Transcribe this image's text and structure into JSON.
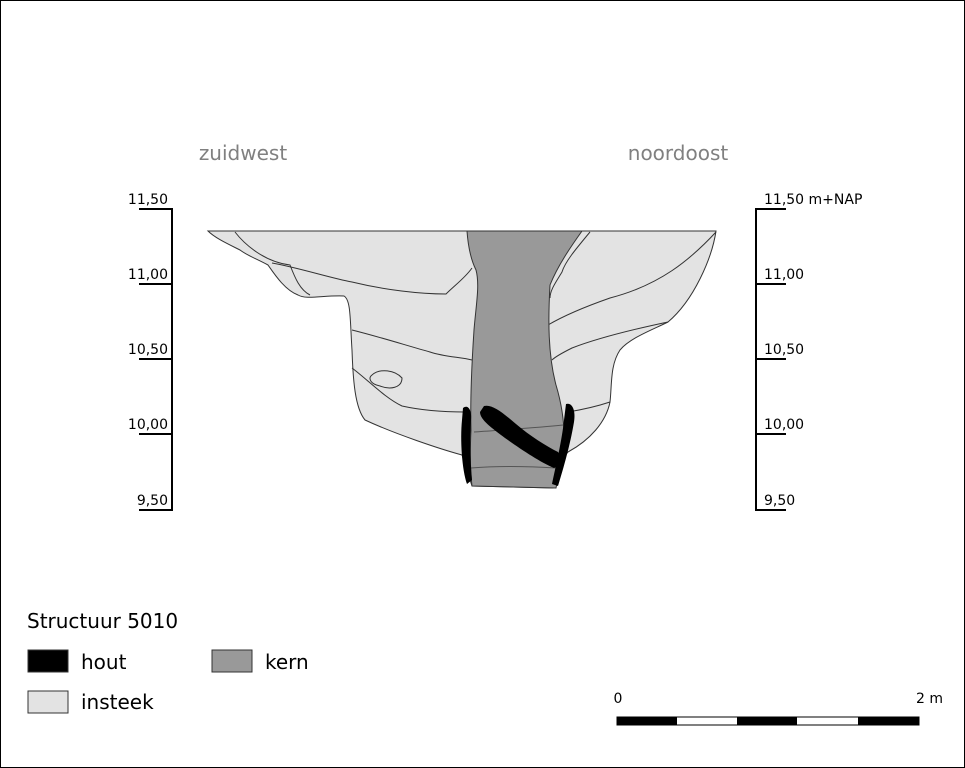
{
  "labels": {
    "left_direction": "zuidwest",
    "right_direction": "noordoost"
  },
  "left_scale": {
    "ticks": [
      "11,50",
      "11,00",
      "10,50",
      "10,00",
      "9,50"
    ]
  },
  "right_scale": {
    "ticks": [
      "11,50 m+NAP",
      "11,00",
      "10,50",
      "10,00",
      "9,50"
    ]
  },
  "legend": {
    "title": "Structuur 5010",
    "items": [
      {
        "label": "hout",
        "color": "#000000"
      },
      {
        "label": "kern",
        "color": "#999999"
      },
      {
        "label": "insteek",
        "color": "#e3e3e3"
      }
    ]
  },
  "scalebar": {
    "start_label": "0",
    "end_label": "2 m"
  },
  "colors": {
    "hout": "#000000",
    "kern": "#999999",
    "insteek": "#e3e3e3",
    "label_grey": "#808080",
    "outline": "#333333"
  }
}
